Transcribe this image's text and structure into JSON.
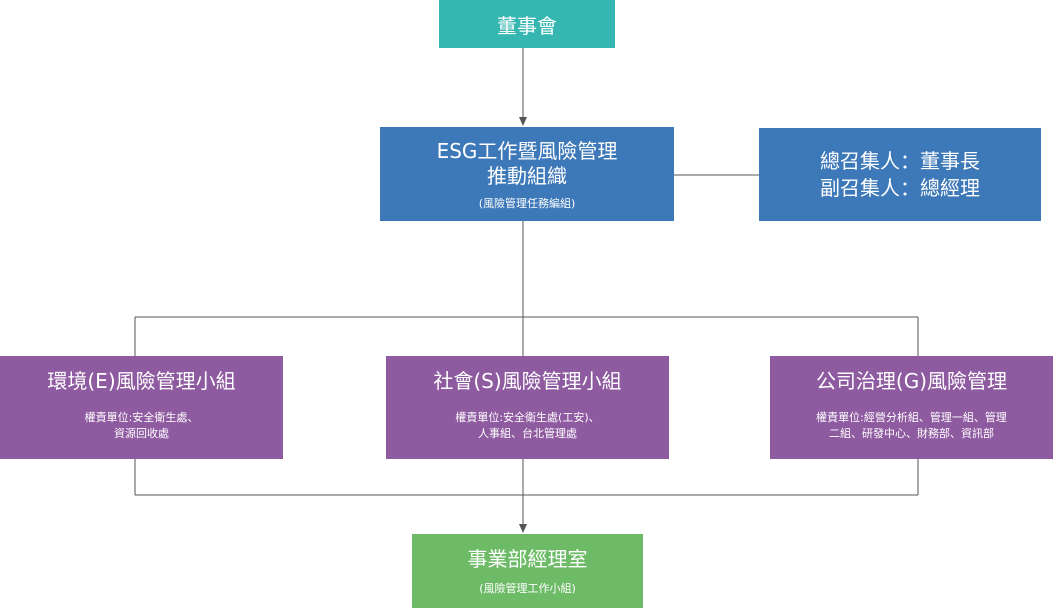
{
  "board": {
    "title": "董事會"
  },
  "committee": {
    "title_line1": "ESG工作暨風險管理",
    "title_line2": "推動組織",
    "subtitle": "(風險管理任務編組)"
  },
  "conveners": {
    "line1": "總召集人：董事長",
    "line2": "副召集人：總經理"
  },
  "groups": [
    {
      "title": "環境(E)風險管理小組",
      "resp_line1": "權責單位:安全衛生處、",
      "resp_line2": "資源回收處"
    },
    {
      "title": "社會(S)風險管理小組",
      "resp_line1": "權責單位:安全衛生處(工安)、",
      "resp_line2": "人事組、台北管理處"
    },
    {
      "title": "公司治理(G)風險管理",
      "resp_line1": "權責單位:經營分析組、管理一組、管理",
      "resp_line2": "二組、研發中心、財務部、資訊部"
    }
  ],
  "office": {
    "title": "事業部經理室",
    "subtitle": "(風險管理工作小組)"
  },
  "colors": {
    "board": "#35b6b0",
    "committee": "#3d78b8",
    "groups": "#8e5aa0",
    "office": "#6dbb67",
    "connector": "#555555"
  }
}
